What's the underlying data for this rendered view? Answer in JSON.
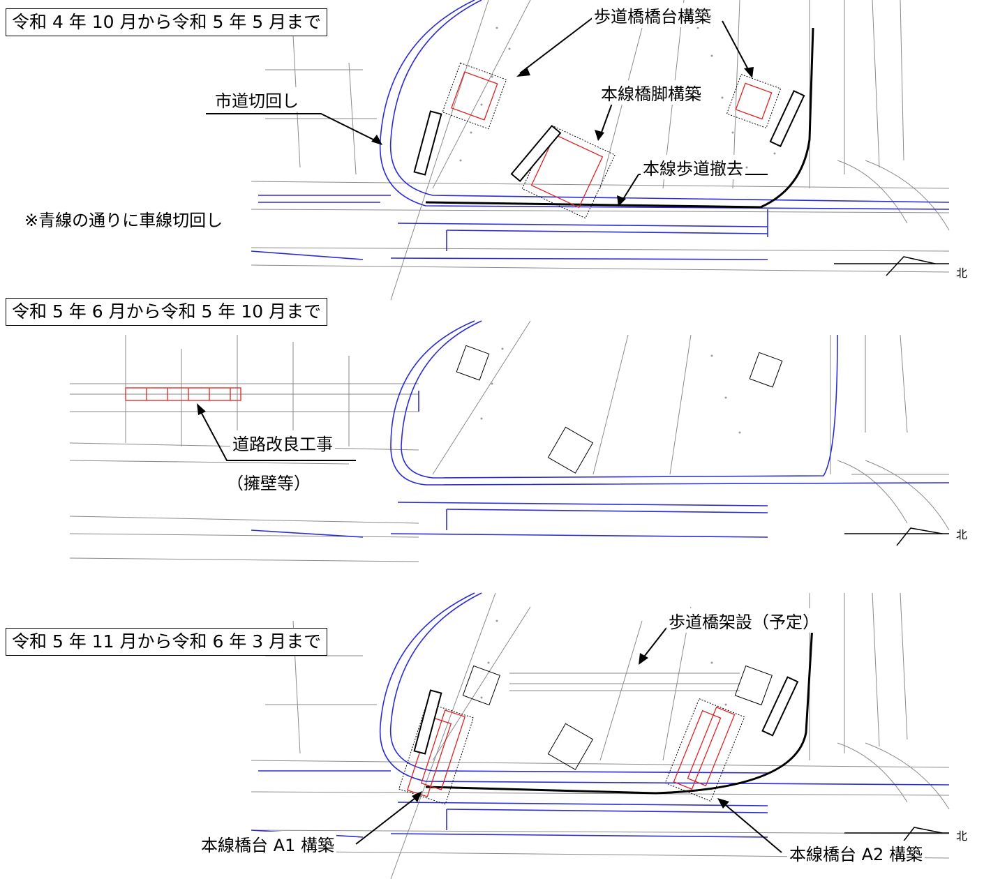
{
  "panels": [
    {
      "period": "令和 4 年 10 月から令和 5 年 5 月まで",
      "labels": {
        "footbridge_abutment": "歩道橋橋台構築",
        "city_road_detour": "市道切回し",
        "main_pier": "本線橋脚構築",
        "sidewalk_removal": "本線歩道撤去",
        "lane_note": "※青線の通りに車線切回し"
      },
      "north": "北"
    },
    {
      "period": "令和 5 年 6 月から令和 5 年 10 月まで",
      "labels": {
        "road_improvement": "道路改良工事",
        "retaining_wall": "（擁壁等）"
      },
      "north": "北"
    },
    {
      "period": "令和 5 年 11 月から令和 6 年 3 月まで",
      "labels": {
        "footbridge_erection": "歩道橋架設（予定）",
        "abutment_a1": "本線橋台 A1 構築",
        "abutment_a2": "本線橋台 A2 構築"
      },
      "north": "北"
    }
  ],
  "colors": {
    "road_line": "#2b2bd6",
    "work_area": "#e02020",
    "ink": "#000000",
    "map_grey": "#8a8a8a"
  }
}
